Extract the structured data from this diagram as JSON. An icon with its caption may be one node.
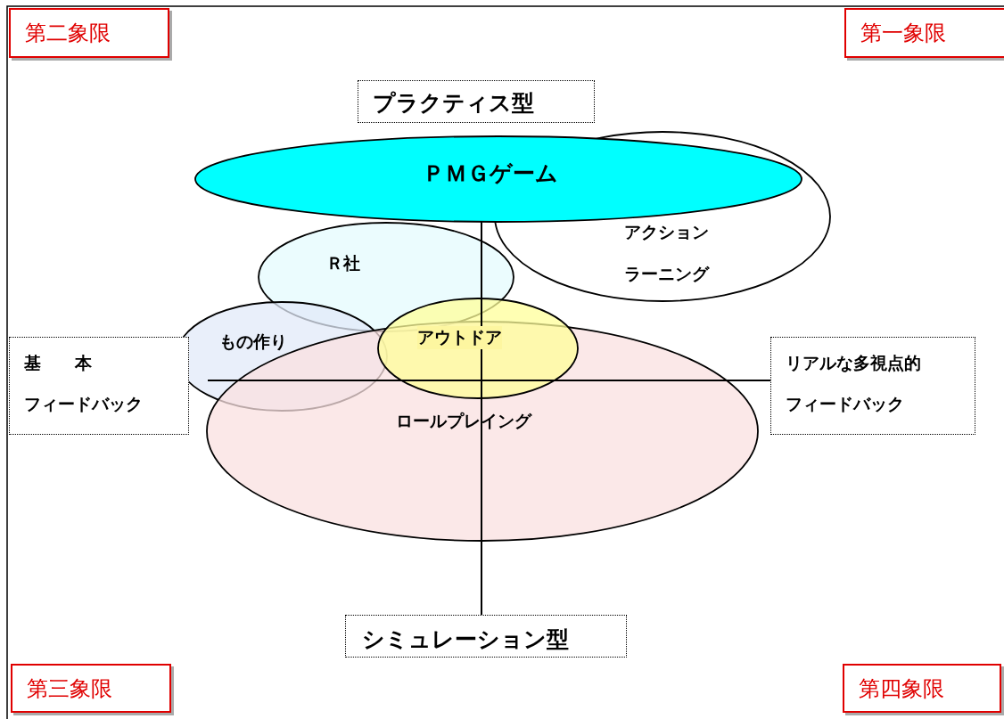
{
  "diagram": {
    "nodes": [
      {
        "text": [
          "第二象限"
        ]
      },
      {
        "text": [
          "第一象限"
        ]
      },
      {
        "text": [
          "プラクティス型"
        ]
      },
      {
        "text": [
          "ＰＭＧゲーム"
        ]
      },
      {
        "text": [
          "アクション",
          "ラーニング"
        ]
      },
      {
        "text": [
          "Ｒ社"
        ]
      },
      {
        "text": [
          "もの作り"
        ]
      },
      {
        "text": [
          "アウトドア"
        ]
      },
      {
        "text": [
          "ロールプレイング"
        ]
      },
      {
        "text": [
          "基　　本",
          "フィードバック"
        ]
      },
      {
        "text": [
          "リアルな多視点的",
          "フィードバック"
        ]
      },
      {
        "text": [
          "シミュレーション型"
        ]
      },
      {
        "text": [
          "第三象限"
        ]
      },
      {
        "text": [
          "第四象限"
        ]
      }
    ]
  }
}
